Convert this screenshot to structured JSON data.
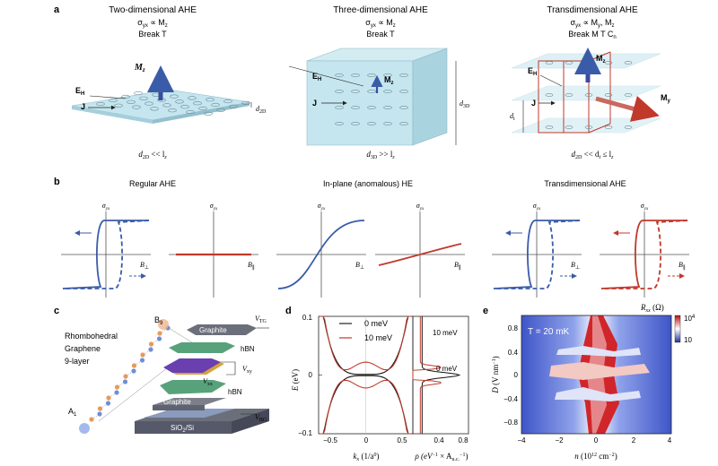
{
  "panel_a": {
    "letter": "a",
    "col1": {
      "title": "Two-dimensional AHE",
      "rel_a": "σ",
      "rel_b": "yx",
      "rel_c": " ∝ M",
      "rel_d": "z",
      "rule": "Break T",
      "m_a": "M",
      "m_b": "z",
      "e_a": "E",
      "e_b": "H",
      "j": "J",
      "d_a": "d",
      "d_b": "2D",
      "cond_a": "d",
      "cond_b": "2D",
      "cond_c": " << l",
      "cond_d": "z"
    },
    "col2": {
      "title": "Three-dimensional AHE",
      "rel_a": "σ",
      "rel_b": "yx",
      "rel_c": " ∝ M",
      "rel_d": "z",
      "rule": "Break T",
      "m_a": "M",
      "m_b": "z",
      "e_a": "E",
      "e_b": "H",
      "j": "J",
      "d_a": "d",
      "d_b": "3D",
      "cond_a": "d",
      "cond_b": "3D",
      "cond_c": " >> l",
      "cond_d": "z"
    },
    "col3": {
      "title": "Transdimensional AHE",
      "rel_a": "σ",
      "rel_b": "yx",
      "rel_c": " ∝ M",
      "rel_d": "y",
      "rel_e": ", M",
      "rel_f": "z",
      "rule": "Break M T C",
      "rule_sub": "n",
      "mz_a": "M",
      "mz_b": "z",
      "my_a": "M",
      "my_b": "y",
      "e_a": "E",
      "e_b": "H",
      "j": "J",
      "d_a": "d",
      "d_b": "t",
      "cond_a": "d",
      "cond_b": "2D",
      "cond_c": " << d",
      "cond_d": "t",
      "cond_e": " ≤ l",
      "cond_f": "z"
    }
  },
  "panel_b": {
    "letter": "b",
    "titles": [
      "Regular AHE",
      "In-plane (anomalous) HE",
      "Transdimensional AHE"
    ],
    "sigma_a": "σ",
    "sigma_b": "yx",
    "b_a": "B",
    "b_perp": "⊥",
    "b_par": "∥"
  },
  "panel_c": {
    "letter": "c",
    "labels": {
      "rhombo": "Rhombohedral",
      "graphene": "Graphene",
      "layers": "9-layer",
      "b9": "B",
      "b9s": "9",
      "a1": "A",
      "a1s": "1",
      "graphite_top": "Graphite",
      "hbn_top": "hBN",
      "hbn_bot": "hBN",
      "graphite_bot": "Graphite",
      "substrate": "SiO",
      "substrate_sub": "2",
      "substrate_end": "/Si",
      "vtg": "V",
      "vtg_s": "TG",
      "vbg": "V",
      "vbg_s": "BG",
      "vxy": "V",
      "vxy_s": "xy",
      "vxx": "V",
      "vxx_s": "xx"
    }
  },
  "panel_d": {
    "letter": "d",
    "ylabel_a": "E",
    "ylabel_b": " (eV)",
    "xlabel_a": "k",
    "xlabel_b": "x",
    "xlabel_c": " (1/a",
    "xlabel_d": "0",
    "xlabel_e": ")",
    "xlabel2": "ρ (eV",
    "xlabel2_b": "−1",
    "xlabel2_c": " × A",
    "xlabel2_d": "u.c.",
    "xlabel2_e": "−1",
    "xlabel2_f": ")",
    "legend": [
      "0 meV",
      "10 meV"
    ],
    "dos_labels": [
      "10 meV",
      "0 meV"
    ],
    "yticks": [
      "0.1",
      "0",
      "−0.1"
    ],
    "xticks": [
      "−0.5",
      "0",
      "0.5"
    ],
    "xticks2": [
      "0.4",
      "0.8"
    ]
  },
  "panel_e": {
    "letter": "e",
    "temp": "T = 20 mK",
    "ylabel_a": "D",
    "ylabel_b": " (V nm",
    "ylabel_c": "−1",
    "ylabel_d": ")",
    "xlabel_a": "n",
    "xlabel_b": " (10",
    "xlabel_c": "12",
    "xlabel_d": " cm",
    "xlabel_e": "−2",
    "xlabel_f": ")",
    "cbar_a": "R",
    "cbar_b": "xx",
    "cbar_c": " (Ω)",
    "cbar_max_a": "10",
    "cbar_max_b": "4",
    "cbar_min": "10",
    "yticks": [
      "0.8",
      "0.4",
      "0",
      "−0.4",
      "−0.8"
    ],
    "xticks": [
      "−4",
      "−2",
      "0",
      "2",
      "4"
    ]
  },
  "colors": {
    "blue": "#3a5ca8",
    "red": "#c0392b",
    "slab": "#c5e6ef",
    "arrow_blue": "#3c4a9c",
    "arrow_red": "#c9695f"
  }
}
